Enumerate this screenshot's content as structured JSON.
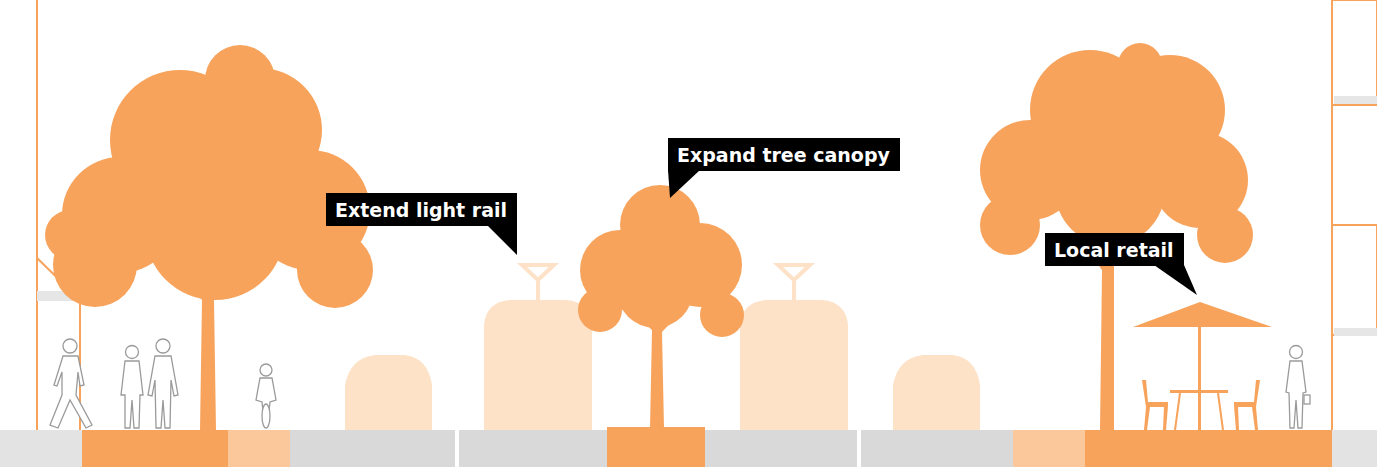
{
  "diagram": {
    "nodes": [
      {
        "text": [
          "Expand tree canopy"
        ]
      },
      {
        "text": [
          "Extend light rail"
        ]
      },
      {
        "text": [
          "Local retail"
        ]
      }
    ]
  }
}
